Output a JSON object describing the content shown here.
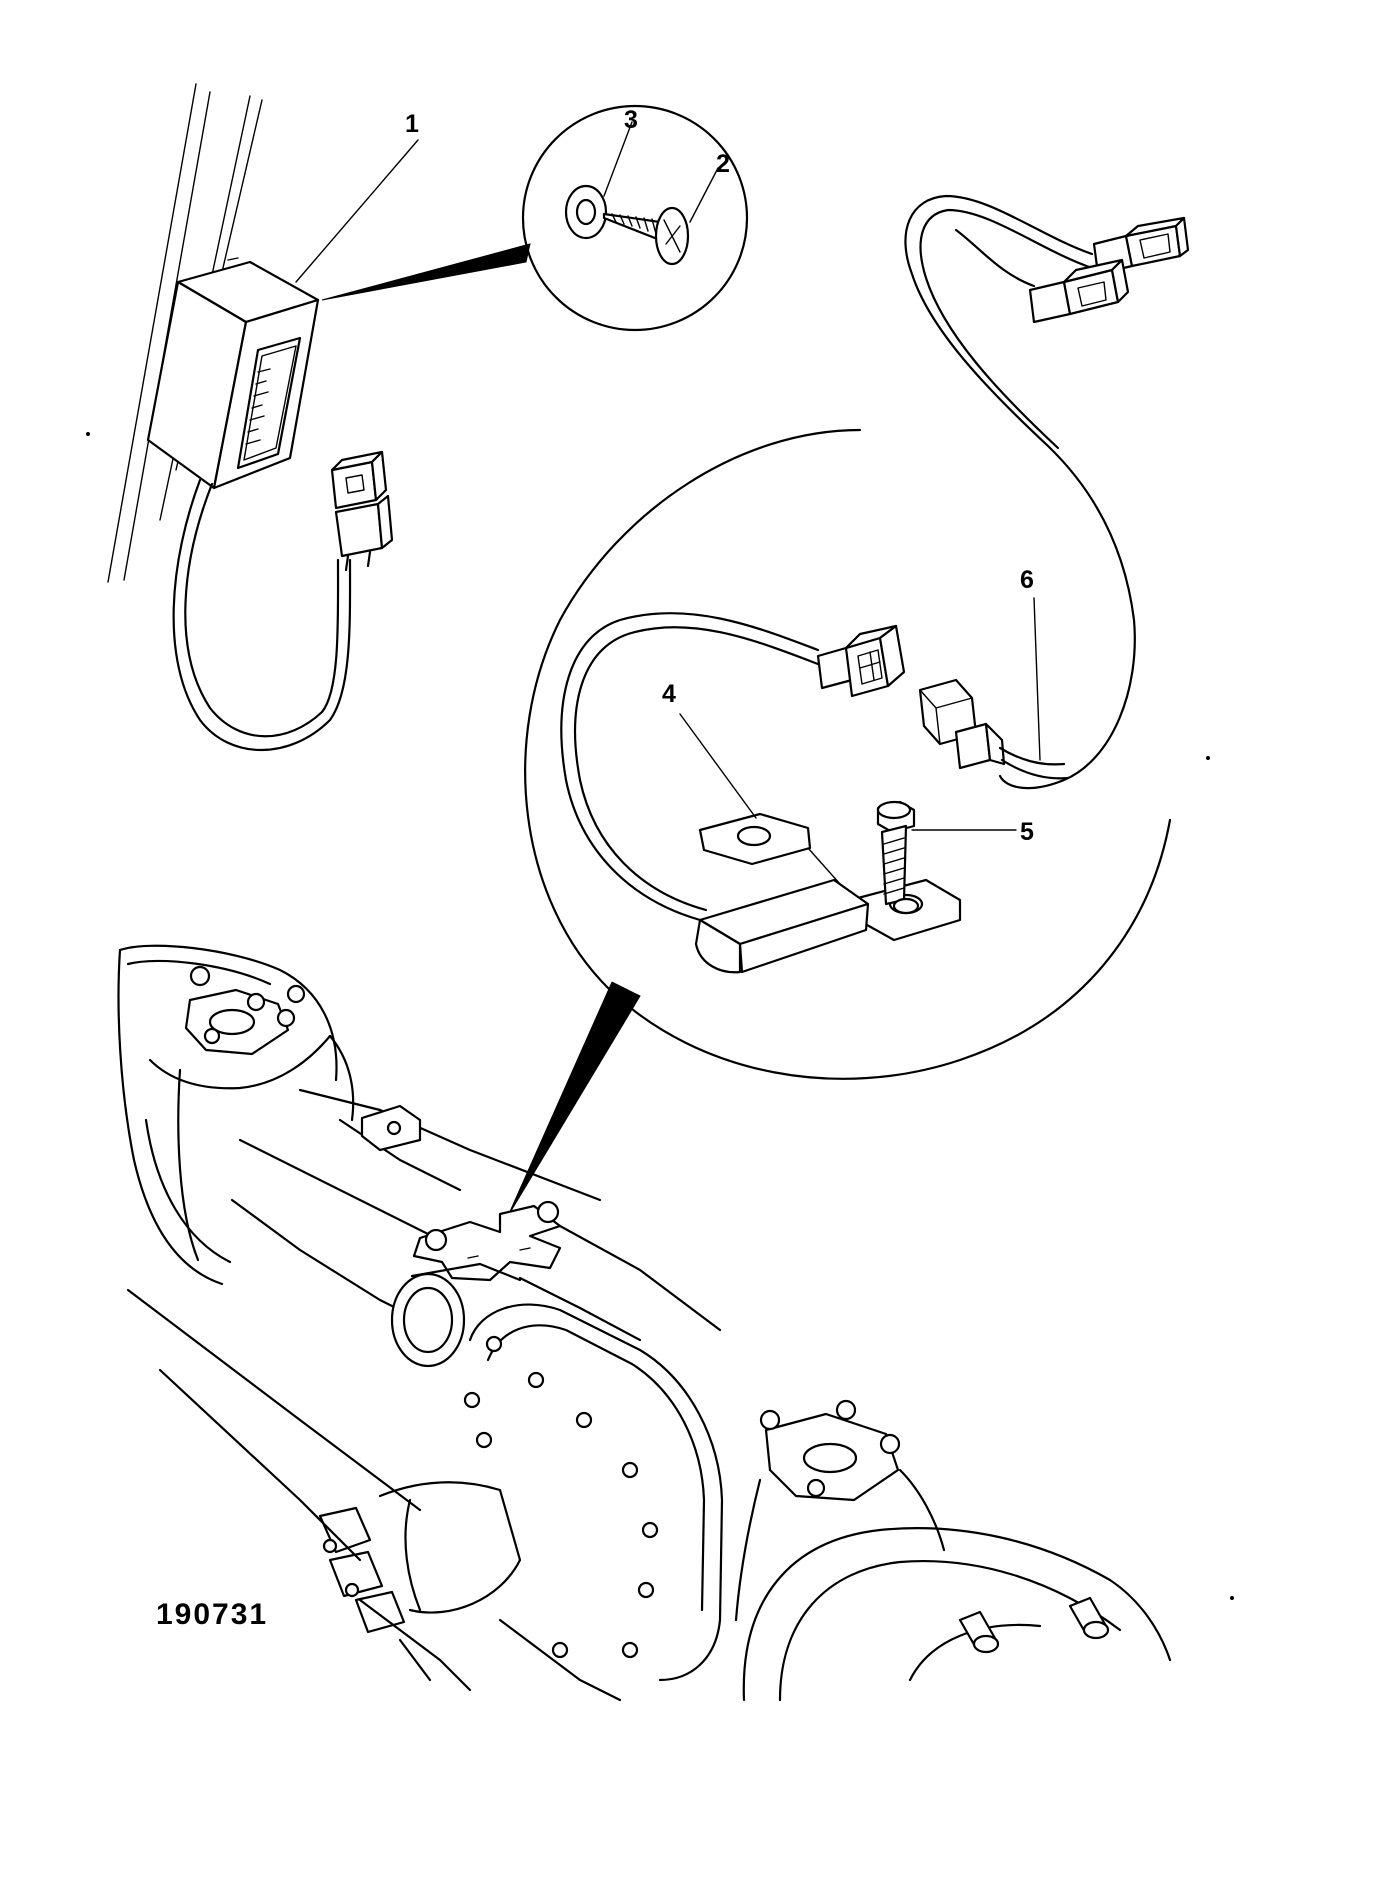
{
  "figure": {
    "number": "190731"
  },
  "callouts": [
    {
      "id": "1",
      "label": "1"
    },
    {
      "id": "2",
      "label": "2"
    },
    {
      "id": "3",
      "label": "3"
    },
    {
      "id": "4",
      "label": "4"
    },
    {
      "id": "5",
      "label": "5"
    },
    {
      "id": "6",
      "label": "6"
    }
  ]
}
